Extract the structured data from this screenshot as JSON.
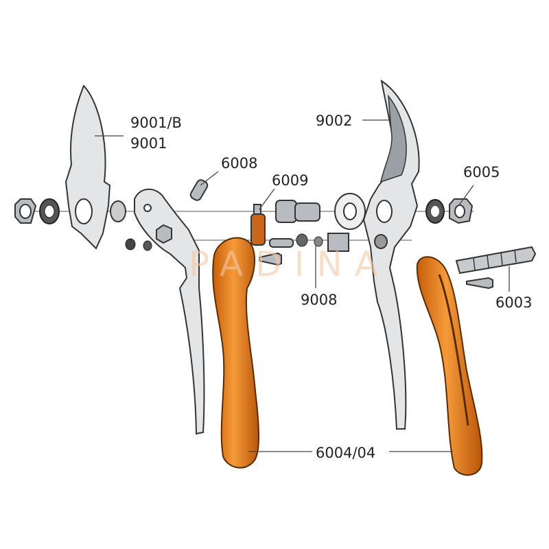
{
  "labels": {
    "blade_left": "9001/B",
    "blade_left_alt": "9001",
    "blade_right": "9002",
    "spring_pin": "6008",
    "latch": "6009",
    "nut_right": "6005",
    "bumper": "9008",
    "spring": "6003",
    "grips": "6004/04"
  },
  "watermark": "PADINA",
  "colors": {
    "grip": "#e07a1a",
    "metal": "#e4e5e7",
    "line": "#333333"
  }
}
